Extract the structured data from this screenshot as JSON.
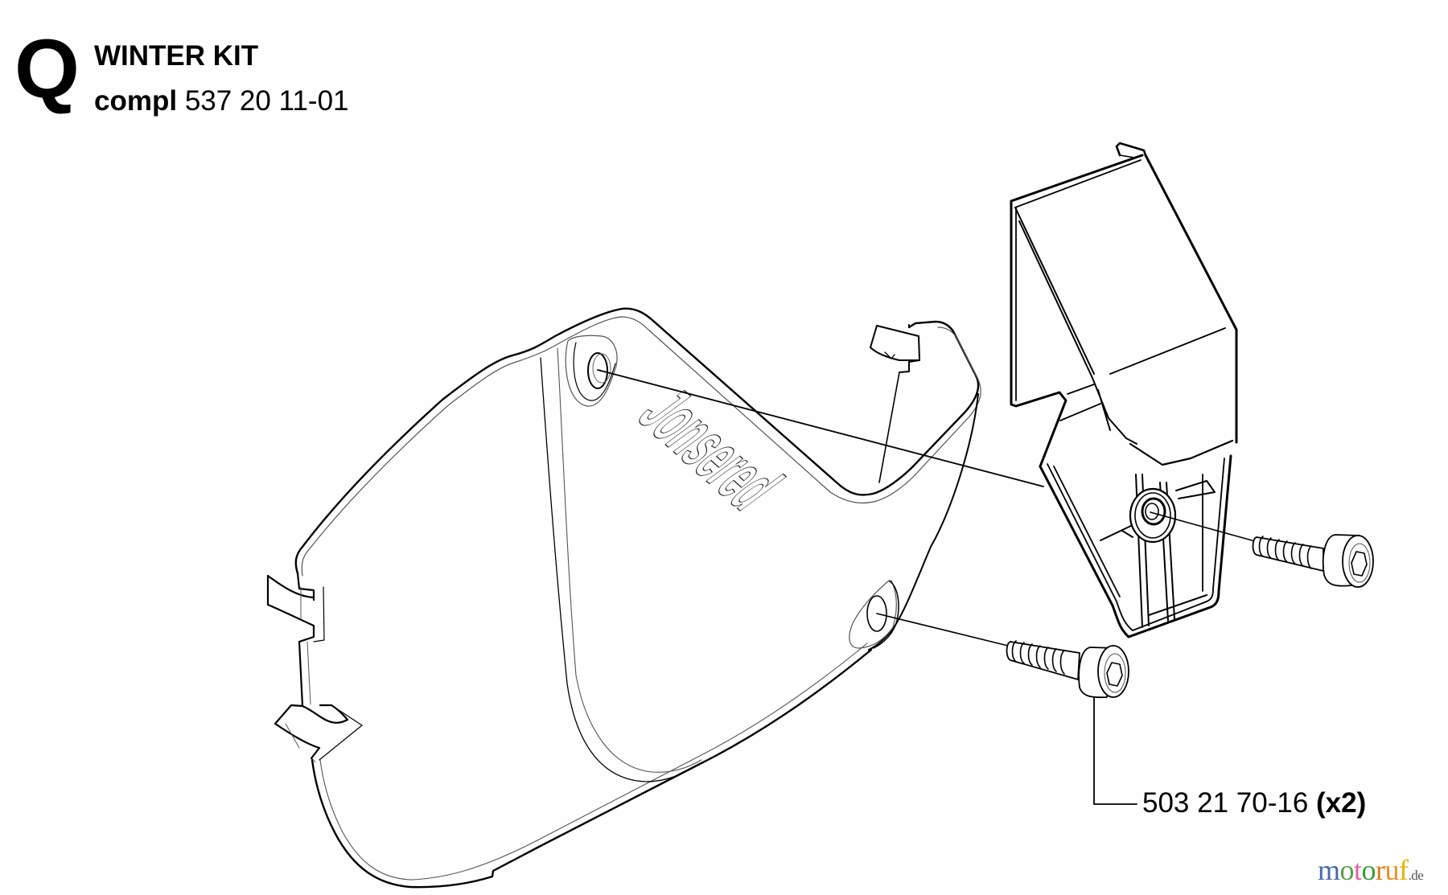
{
  "header": {
    "section_letter": "Q",
    "title": "WINTER KIT",
    "compl_label": "compl",
    "compl_part_number": "537 20 11-01"
  },
  "diagram": {
    "parts": [
      {
        "name": "side cover",
        "brand_marking": "Jonsered"
      },
      {
        "name": "winter guard plate"
      },
      {
        "name": "socket head screw (upper)"
      },
      {
        "name": "socket head screw (lower)"
      }
    ],
    "callouts": [
      {
        "part_number": "503 21 70-16",
        "quantity": "(x2)"
      }
    ],
    "colors": {
      "line": "#000000",
      "thin_line": "#555555",
      "background": "#fdfefd"
    }
  },
  "watermark": {
    "letters": [
      {
        "char": "m",
        "color": "#4a68b0"
      },
      {
        "char": "o",
        "color": "#5a9e4a"
      },
      {
        "char": "t",
        "color": "#e0609c"
      },
      {
        "char": "o",
        "color": "#3c9a3c"
      },
      {
        "char": "r",
        "color": "#e07a22"
      },
      {
        "char": "u",
        "color": "#e8922a"
      },
      {
        "char": "f",
        "color": "#e2b400"
      }
    ],
    "tld": ".de"
  }
}
